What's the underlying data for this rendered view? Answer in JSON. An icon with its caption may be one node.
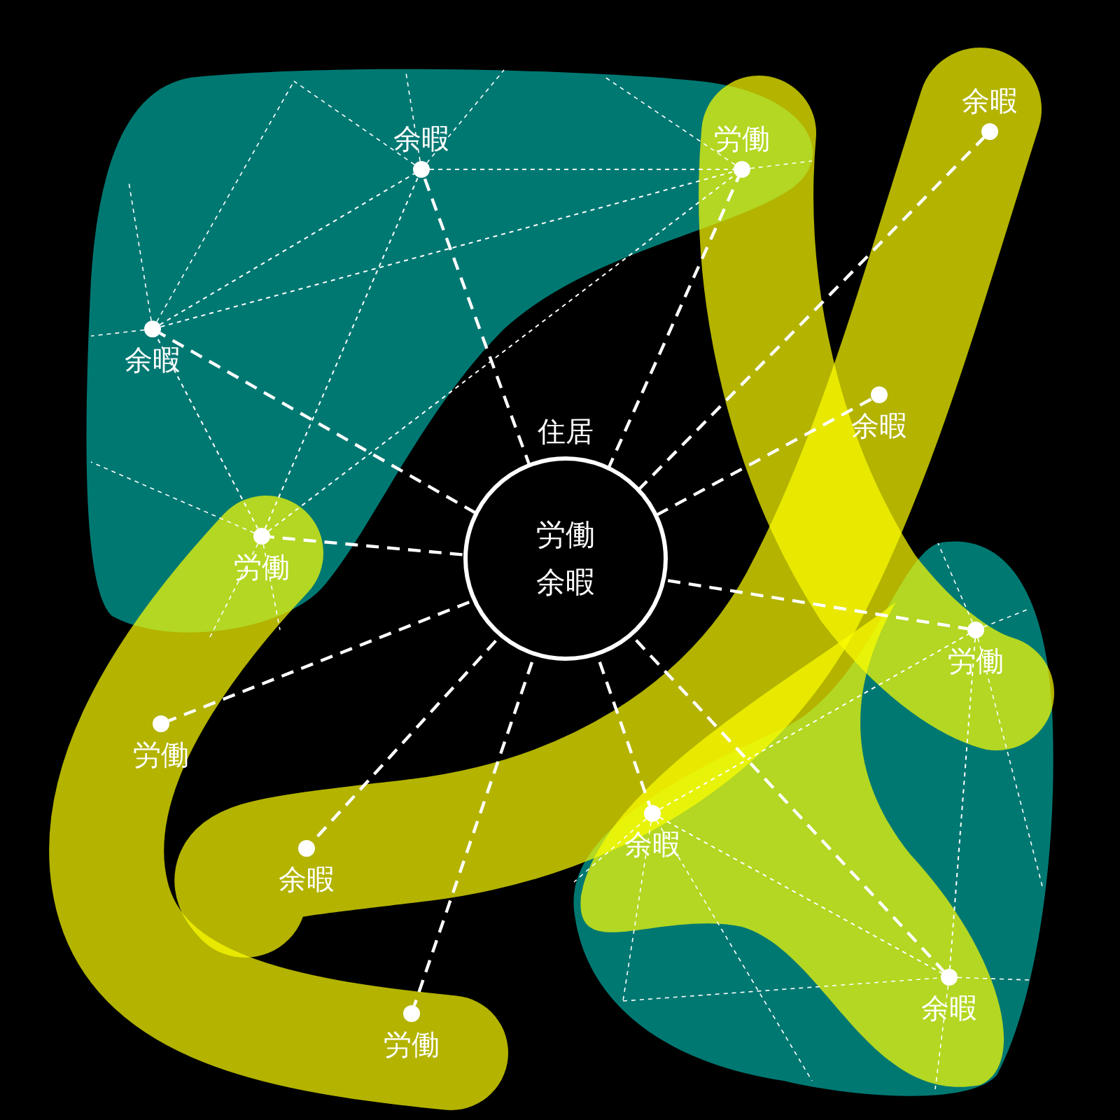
{
  "diagram": {
    "nodes": [
      {
        "text": [
          "住居",
          "労働",
          "余暇"
        ]
      },
      {
        "text": [
          "余暇"
        ]
      },
      {
        "text": [
          "労働"
        ]
      },
      {
        "text": [
          "余暇"
        ]
      },
      {
        "text": [
          "余暇"
        ]
      },
      {
        "text": [
          "余暇"
        ]
      },
      {
        "text": [
          "労働"
        ]
      },
      {
        "text": [
          "労働"
        ]
      },
      {
        "text": [
          "労働"
        ]
      },
      {
        "text": [
          "余暇"
        ]
      },
      {
        "text": [
          "余暇"
        ]
      },
      {
        "text": [
          "余暇"
        ]
      },
      {
        "text": [
          "労働"
        ]
      }
    ],
    "edges": [
      {
        "from": 0,
        "to": 1,
        "arrow": "none",
        "style": "dashed"
      },
      {
        "from": 0,
        "to": 2,
        "arrow": "none",
        "style": "dashed"
      },
      {
        "from": 0,
        "to": 3,
        "arrow": "none",
        "style": "dashed"
      },
      {
        "from": 0,
        "to": 4,
        "arrow": "none",
        "style": "dashed"
      },
      {
        "from": 0,
        "to": 5,
        "arrow": "none",
        "style": "dashed"
      },
      {
        "from": 0,
        "to": 6,
        "arrow": "none",
        "style": "dashed"
      },
      {
        "from": 0,
        "to": 7,
        "arrow": "none",
        "style": "dashed"
      },
      {
        "from": 0,
        "to": 8,
        "arrow": "none",
        "style": "dashed"
      },
      {
        "from": 0,
        "to": 9,
        "arrow": "none",
        "style": "dashed"
      },
      {
        "from": 0,
        "to": 10,
        "arrow": "none",
        "style": "dashed"
      },
      {
        "from": 0,
        "to": 11,
        "arrow": "none",
        "style": "dashed"
      },
      {
        "from": 0,
        "to": 12,
        "arrow": "none",
        "style": "dashed"
      },
      {
        "from": 1,
        "to": 2,
        "arrow": "none",
        "style": "dashed"
      },
      {
        "from": 4,
        "to": 1,
        "arrow": "none",
        "style": "dashed"
      },
      {
        "from": 4,
        "to": 2,
        "arrow": "none",
        "style": "dashed"
      },
      {
        "from": 6,
        "to": 1,
        "arrow": "none",
        "style": "dashed"
      },
      {
        "from": 6,
        "to": 4,
        "arrow": "none",
        "style": "dashed"
      },
      {
        "from": 6,
        "to": 2,
        "arrow": "none",
        "style": "dashed"
      },
      {
        "from": 9,
        "to": 7,
        "arrow": "none",
        "style": "dashed"
      },
      {
        "from": 9,
        "to": 11,
        "arrow": "none",
        "style": "dashed"
      },
      {
        "from": 7,
        "to": 11,
        "arrow": "none",
        "style": "dashed"
      }
    ]
  }
}
